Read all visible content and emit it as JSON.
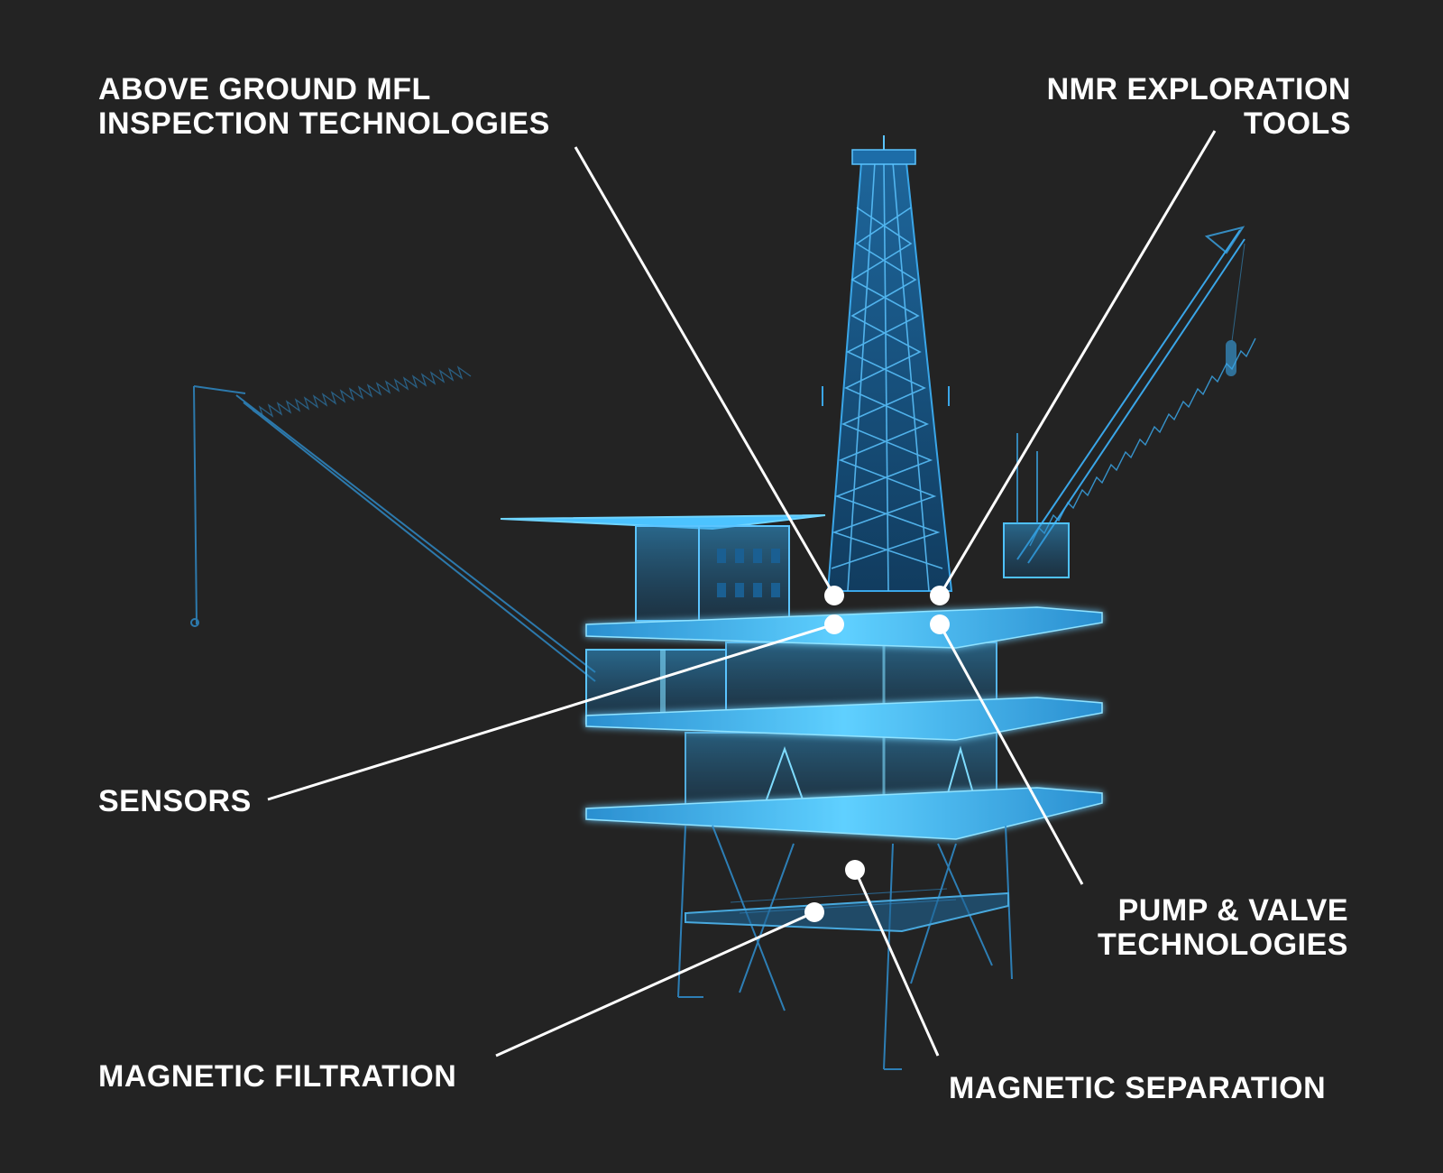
{
  "colors": {
    "background": "#232323",
    "structure": "#3fb4f2",
    "structure_glow": "#60cfff",
    "callout": "#ffffff"
  },
  "icons": [
    "offshore-platform-illustration"
  ],
  "callouts": [
    {
      "id": "mfl",
      "lines": [
        "ABOVE GROUND MFL",
        "INSPECTION TECHNOLOGIES"
      ]
    },
    {
      "id": "nmr",
      "lines": [
        "NMR EXPLORATION",
        "TOOLS"
      ]
    },
    {
      "id": "sensors",
      "lines": [
        "SENSORS"
      ]
    },
    {
      "id": "pump",
      "lines": [
        "PUMP & VALVE",
        "TECHNOLOGIES"
      ]
    },
    {
      "id": "filtration",
      "lines": [
        "MAGNETIC FILTRATION"
      ]
    },
    {
      "id": "separation",
      "lines": [
        "MAGNETIC SEPARATION"
      ]
    }
  ]
}
